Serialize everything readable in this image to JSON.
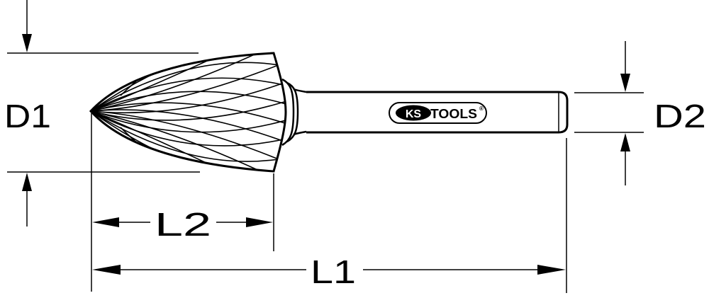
{
  "drawing": {
    "labels": {
      "d1": "D1",
      "d2": "D2",
      "l1": "L1",
      "l2": "L2"
    },
    "logo": {
      "left_letters": "KS",
      "right_word": "TOOLS",
      "registered": "®"
    },
    "colors": {
      "line": "#000000",
      "background": "#ffffff"
    }
  }
}
